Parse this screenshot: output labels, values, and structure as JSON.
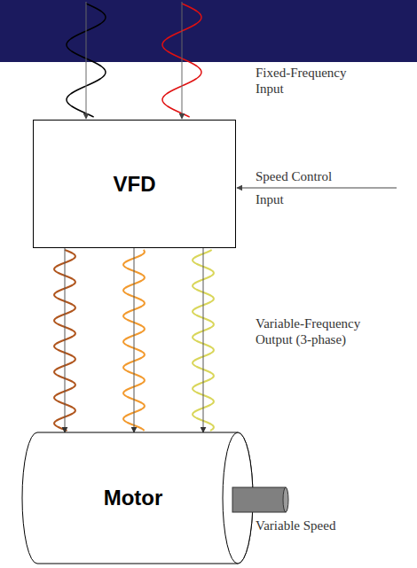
{
  "diagram": {
    "nodes": [
      {
        "text": [
          "VFD"
        ]
      },
      {
        "text": [
          "Motor"
        ]
      }
    ],
    "edges": [
      {
        "from": 0,
        "to": 1,
        "arrow": "to"
      },
      {
        "from": 0,
        "to": 1,
        "arrow": "to"
      },
      {
        "from": 0,
        "to": 1,
        "arrow": "to"
      }
    ],
    "labels": [
      "Fixed-Frequency Input",
      "Speed Control Input",
      "Variable-Frequency Output (3-phase)",
      "Variable Speed"
    ]
  }
}
